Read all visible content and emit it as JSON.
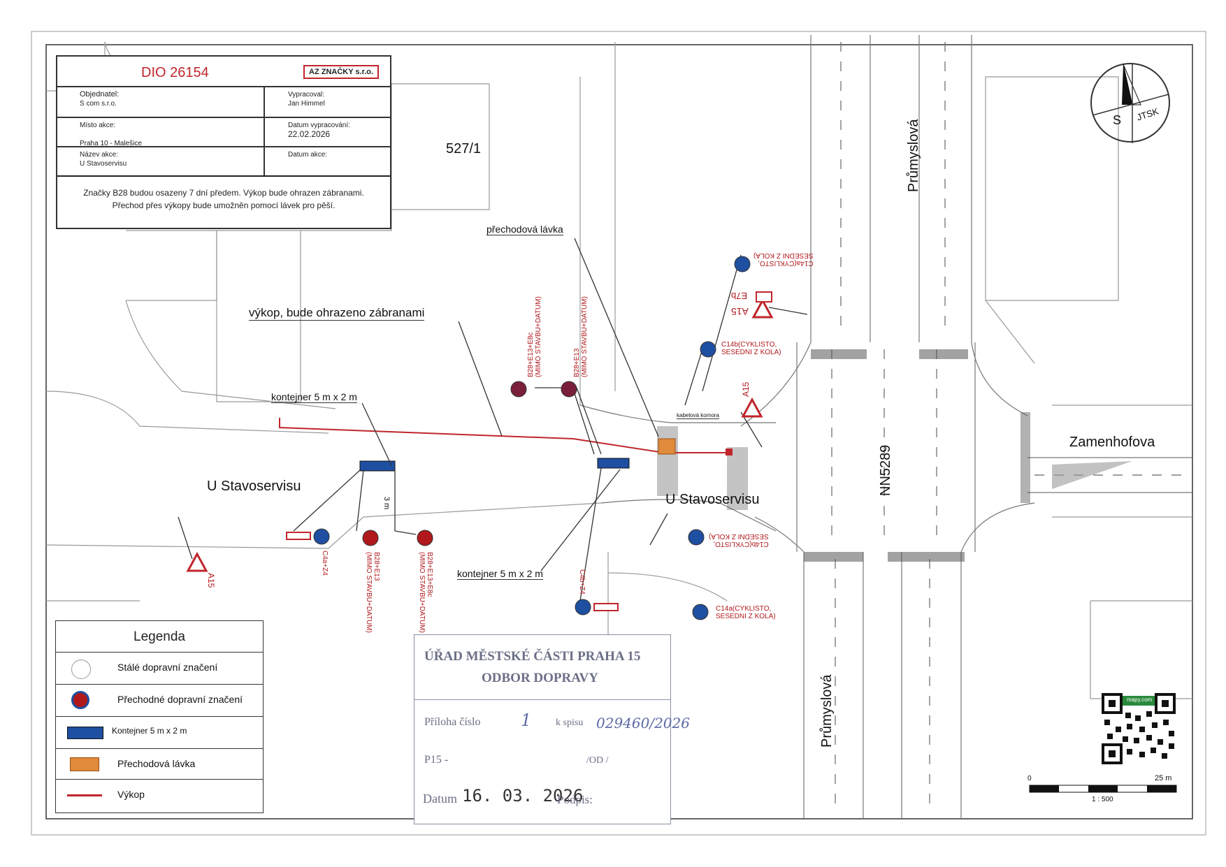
{
  "title_block": {
    "dio": "DIO 26154",
    "company_logo": "AZ ZNAČKY s.r.o.",
    "objednatel_label": "Objednatel:",
    "objednatel_value": "S com s.r.o.",
    "vypracoval_label": "Vypracoval:",
    "vypracoval_value": "Jan Himmel",
    "misto_label": "Místo akce:",
    "misto_value": "Praha 10 - Malešice",
    "datum_vypr_label": "Datum vypracování:",
    "datum_vypr_value": "22.02.2026",
    "nazev_label": "Název akce:",
    "nazev_value": "U Stavoservisu",
    "datum_akce_label": "Datum akce:",
    "note_line1": "Značky B28 budou osazeny 7 dní předem. Výkop bude ohrazen zábranami.",
    "note_line2": "Přechod přes výkopy bude umožněn pomocí lávek pro pěší."
  },
  "map_labels": {
    "parcel": "527/1",
    "prechodova_lavka": "přechodová lávka",
    "vykop": "výkop, bude ohrazeno zábranami",
    "kontejner_top": "kontejner 5 m x 2 m",
    "kontejner_bottom": "kontejner 5 m x 2 m",
    "kabelova_komora": "kabelová komora",
    "dim_3m": "3 m",
    "street_u_stavoservisu_left": "U Stavoservisu",
    "street_u_stavoservisu_right": "U Stavoservisu",
    "street_prumyslova_top": "Průmyslová",
    "street_prumyslova_bottom": "Průmyslová",
    "street_zamenhofova": "Zamenhofova",
    "street_nn5289": "NN5289",
    "compass_s": "S",
    "compass_jtsk": "JTSK"
  },
  "signs": {
    "b28_top1": "B28+E13+E8c",
    "b28_top1_sub": "(MIMO STAVBU+DATUM)",
    "b28_top2": "B28+E13",
    "b28_top2_sub": "(MIMO STAVBU+DATUM)",
    "c14a_top": "C14a(CYKLISTO,",
    "c14a_top_sub": "SESEDNI Z KOLA)",
    "e7b": "E7b",
    "a15_top": "A15",
    "c14b_line1": "C14b(CYKLISTO,",
    "c14b_line2": "SESEDNI Z KOLA)",
    "a15_mid": "A15",
    "c14b_bottom": "C14b(CYKLISTO,",
    "c14b_bottom_sub": "SESEDNI Z KOLA)",
    "c14a_bottom_line1": "C14a(CYKLISTO,",
    "c14a_bottom_line2": "SESEDNI Z KOLA)",
    "c4b": "C4b+Z4",
    "a15_left": "A15",
    "c4a": "C4a+Z4",
    "b28_bot1": "B28+E13",
    "b28_bot1_sub": "(MIMO STAVBU+DATUM)",
    "b28_bot2": "B28+E13+E8c",
    "b28_bot2_sub": "(MIMO STAVBU+DATUM)"
  },
  "legend": {
    "title": "Legenda",
    "items": [
      "Stálé dopravní značení",
      "Přechodné dopravní značení",
      "Kontejner 5  m x 2 m",
      "Přechodová lávka",
      "Výkop"
    ],
    "colors": {
      "kontejner": "#1f4fa0",
      "lavka": "#e08a3c",
      "vykop": "#c0262c",
      "sign_red": "#b0181c",
      "sign_blue": "#1f4fa0"
    }
  },
  "stamp": {
    "line1": "ÚŘAD MĚSTSKÉ ČÁSTI PRAHA 15",
    "line2": "ODBOR DOPRAVY",
    "priloha_label": "Příloha číslo",
    "priloha_value": "1",
    "spis_label": "k spisu",
    "spis_value": "029460/2026",
    "p15_label": "P15 -",
    "od_label": "/OD /",
    "datum_label": "Datum",
    "datum_value": "16. 03. 2026",
    "podpis_label": "Podpis:"
  },
  "scale": {
    "zero": "0",
    "max": "25 m",
    "ratio": "1 : 500"
  },
  "qr_badge": "mapy.com"
}
